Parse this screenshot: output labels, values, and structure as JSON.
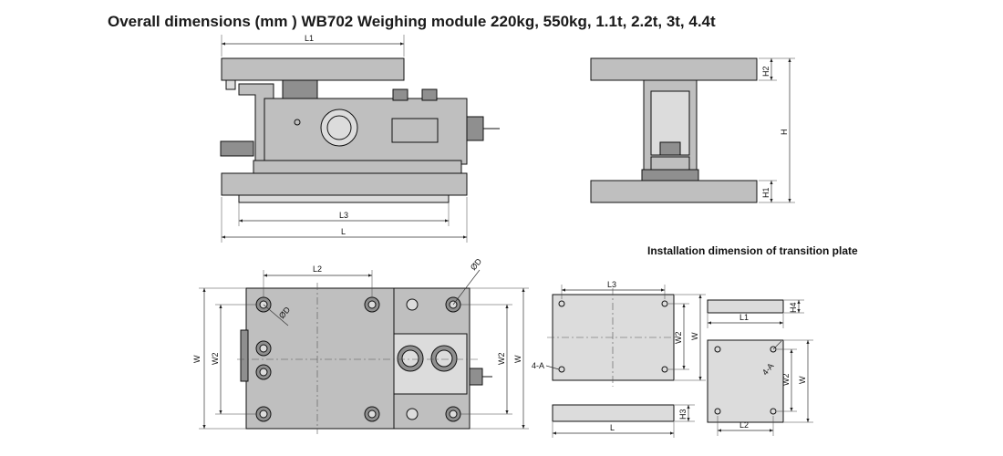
{
  "title": "Overall dimensions (mm ) WB702 Weighing module 220kg, 550kg, 1.1t, 2.2t, 3t, 4.4t",
  "subtitle": "Installation dimension of transition plate",
  "labels": {
    "L1": "L1",
    "L2": "L2",
    "L3": "L3",
    "L": "L",
    "H": "H",
    "H1": "H1",
    "H2": "H2",
    "H3": "H3",
    "H4": "H4",
    "W": "W",
    "W2": "W2",
    "diameter": "ØD",
    "holes": "4-A"
  }
}
